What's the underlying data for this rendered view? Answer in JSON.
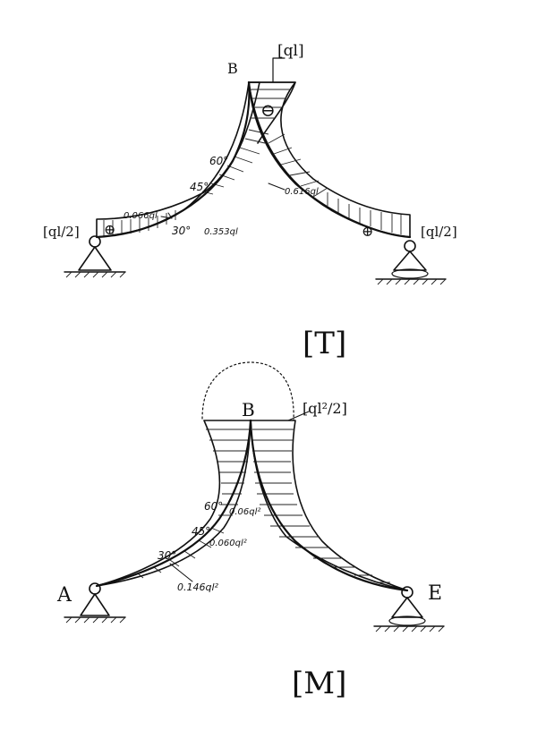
{
  "shear_diagram": {
    "title": "[T]",
    "node_top": "B",
    "top_value": "[ql]",
    "left_support_value": "[ql/2]",
    "right_support_value": "[ql/2]",
    "angle_60": "60°",
    "angle_45": "45°",
    "angle_30": "30°",
    "value_066": "0.066ql",
    "value_353": "0.353ql",
    "value_616": "0.616ql",
    "sign_top": "⊖",
    "sign_left": "⊕",
    "sign_right": "⊕"
  },
  "moment_diagram": {
    "title": "[M]",
    "node_top": "B",
    "node_left": "A",
    "node_right": "E",
    "top_value": "[ql²/2]",
    "angle_60": "60°",
    "angle_45": "45°",
    "angle_30": "30°",
    "value_060_upper": "0.06ql²",
    "value_060_lower": "0.060ql²",
    "value_146": "0.146ql²"
  }
}
